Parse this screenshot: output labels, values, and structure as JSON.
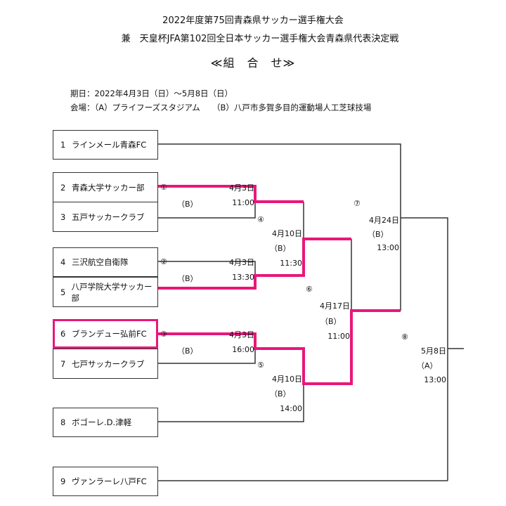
{
  "header": {
    "title_line1": "2022年度第75回青森県サッカー選手権大会",
    "title_line2": "兼　天皇杯JFA第102回全日本サッカー選手権大会青森県代表決定戦",
    "subtitle": "≪組　合　せ≫",
    "dates": "期日：2022年4月3日（日）～5月8日（日）",
    "venues": "会場：（A）プライフーズスタジアム　　（B）八戸市多賀多目的運動場人工芝球技場"
  },
  "teams": [
    {
      "seed": "1",
      "name": "ラインメール青森FC",
      "highlighted": false
    },
    {
      "seed": "2",
      "name": "青森大学サッカー部",
      "highlighted": false
    },
    {
      "seed": "3",
      "name": "五戸サッカークラブ",
      "highlighted": false
    },
    {
      "seed": "4",
      "name": "三沢航空自衛隊",
      "highlighted": false
    },
    {
      "seed": "5",
      "name": "八戸学院大学サッカー部",
      "highlighted": false
    },
    {
      "seed": "6",
      "name": "ブランデュー弘前FC",
      "highlighted": true
    },
    {
      "seed": "7",
      "name": "七戸サッカークラブ",
      "highlighted": false
    },
    {
      "seed": "8",
      "name": "ボゴーレ.D.津軽",
      "highlighted": false
    },
    {
      "seed": "9",
      "name": "ヴァンラーレ八戸FC",
      "highlighted": false
    }
  ],
  "matches": [
    {
      "id": "①",
      "date": "4月3日",
      "venue": "（B）",
      "time": "11:00"
    },
    {
      "id": "②",
      "date": "4月3日",
      "venue": "（B）",
      "time": "13:30"
    },
    {
      "id": "③",
      "date": "4月3日",
      "venue": "（B）",
      "time": "16:00"
    },
    {
      "id": "④",
      "date": "4月10日",
      "venue": "（B）",
      "time": "11:30"
    },
    {
      "id": "⑤",
      "date": "4月10日",
      "venue": "（B）",
      "time": "14:00"
    },
    {
      "id": "⑥",
      "date": "4月17日",
      "venue": "（B）",
      "time": "11:00"
    },
    {
      "id": "⑦",
      "date": "4月24日",
      "venue": "（B）",
      "time": "13:00"
    },
    {
      "id": "⑧",
      "date": "5月8日",
      "venue": "（A）",
      "time": "13:00"
    }
  ],
  "colors": {
    "line": "#333333",
    "highlight": "#e8177a"
  }
}
